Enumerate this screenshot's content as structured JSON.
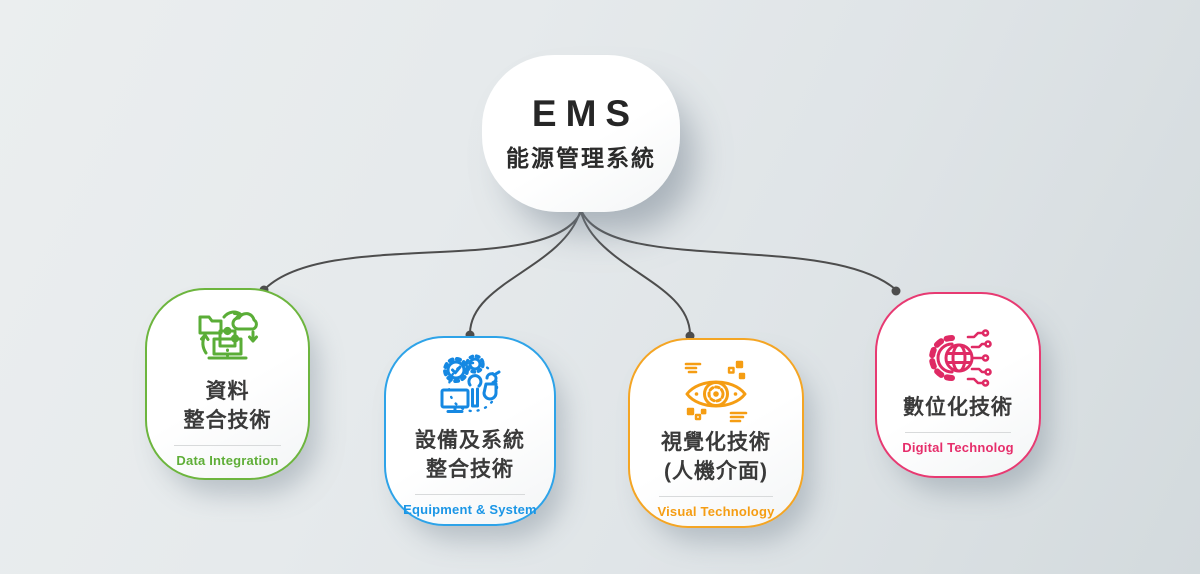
{
  "root": {
    "title": "EMS",
    "subtitle": "能源管理系統"
  },
  "cards": [
    {
      "title_line1": "資料",
      "title_line2": "整合技術",
      "en_label": "Data Integration",
      "accent": "#6db53e",
      "icon": "data-integration-icon"
    },
    {
      "title_line1": "設備及系統",
      "title_line2": "整合技術",
      "en_label": "Equipment & System",
      "accent": "#2ea3e8",
      "icon": "equipment-system-icon"
    },
    {
      "title_line1": "視覺化技術",
      "title_line2": "(人機介面)",
      "en_label": "Visual Technology",
      "accent": "#f4a524",
      "icon": "visual-technology-icon"
    },
    {
      "title_line1": "數位化技術",
      "title_line2": "",
      "en_label": "Digital Technolog",
      "accent": "#e73a72",
      "icon": "digital-technology-icon"
    }
  ],
  "connector_color": "#4d4d4d"
}
